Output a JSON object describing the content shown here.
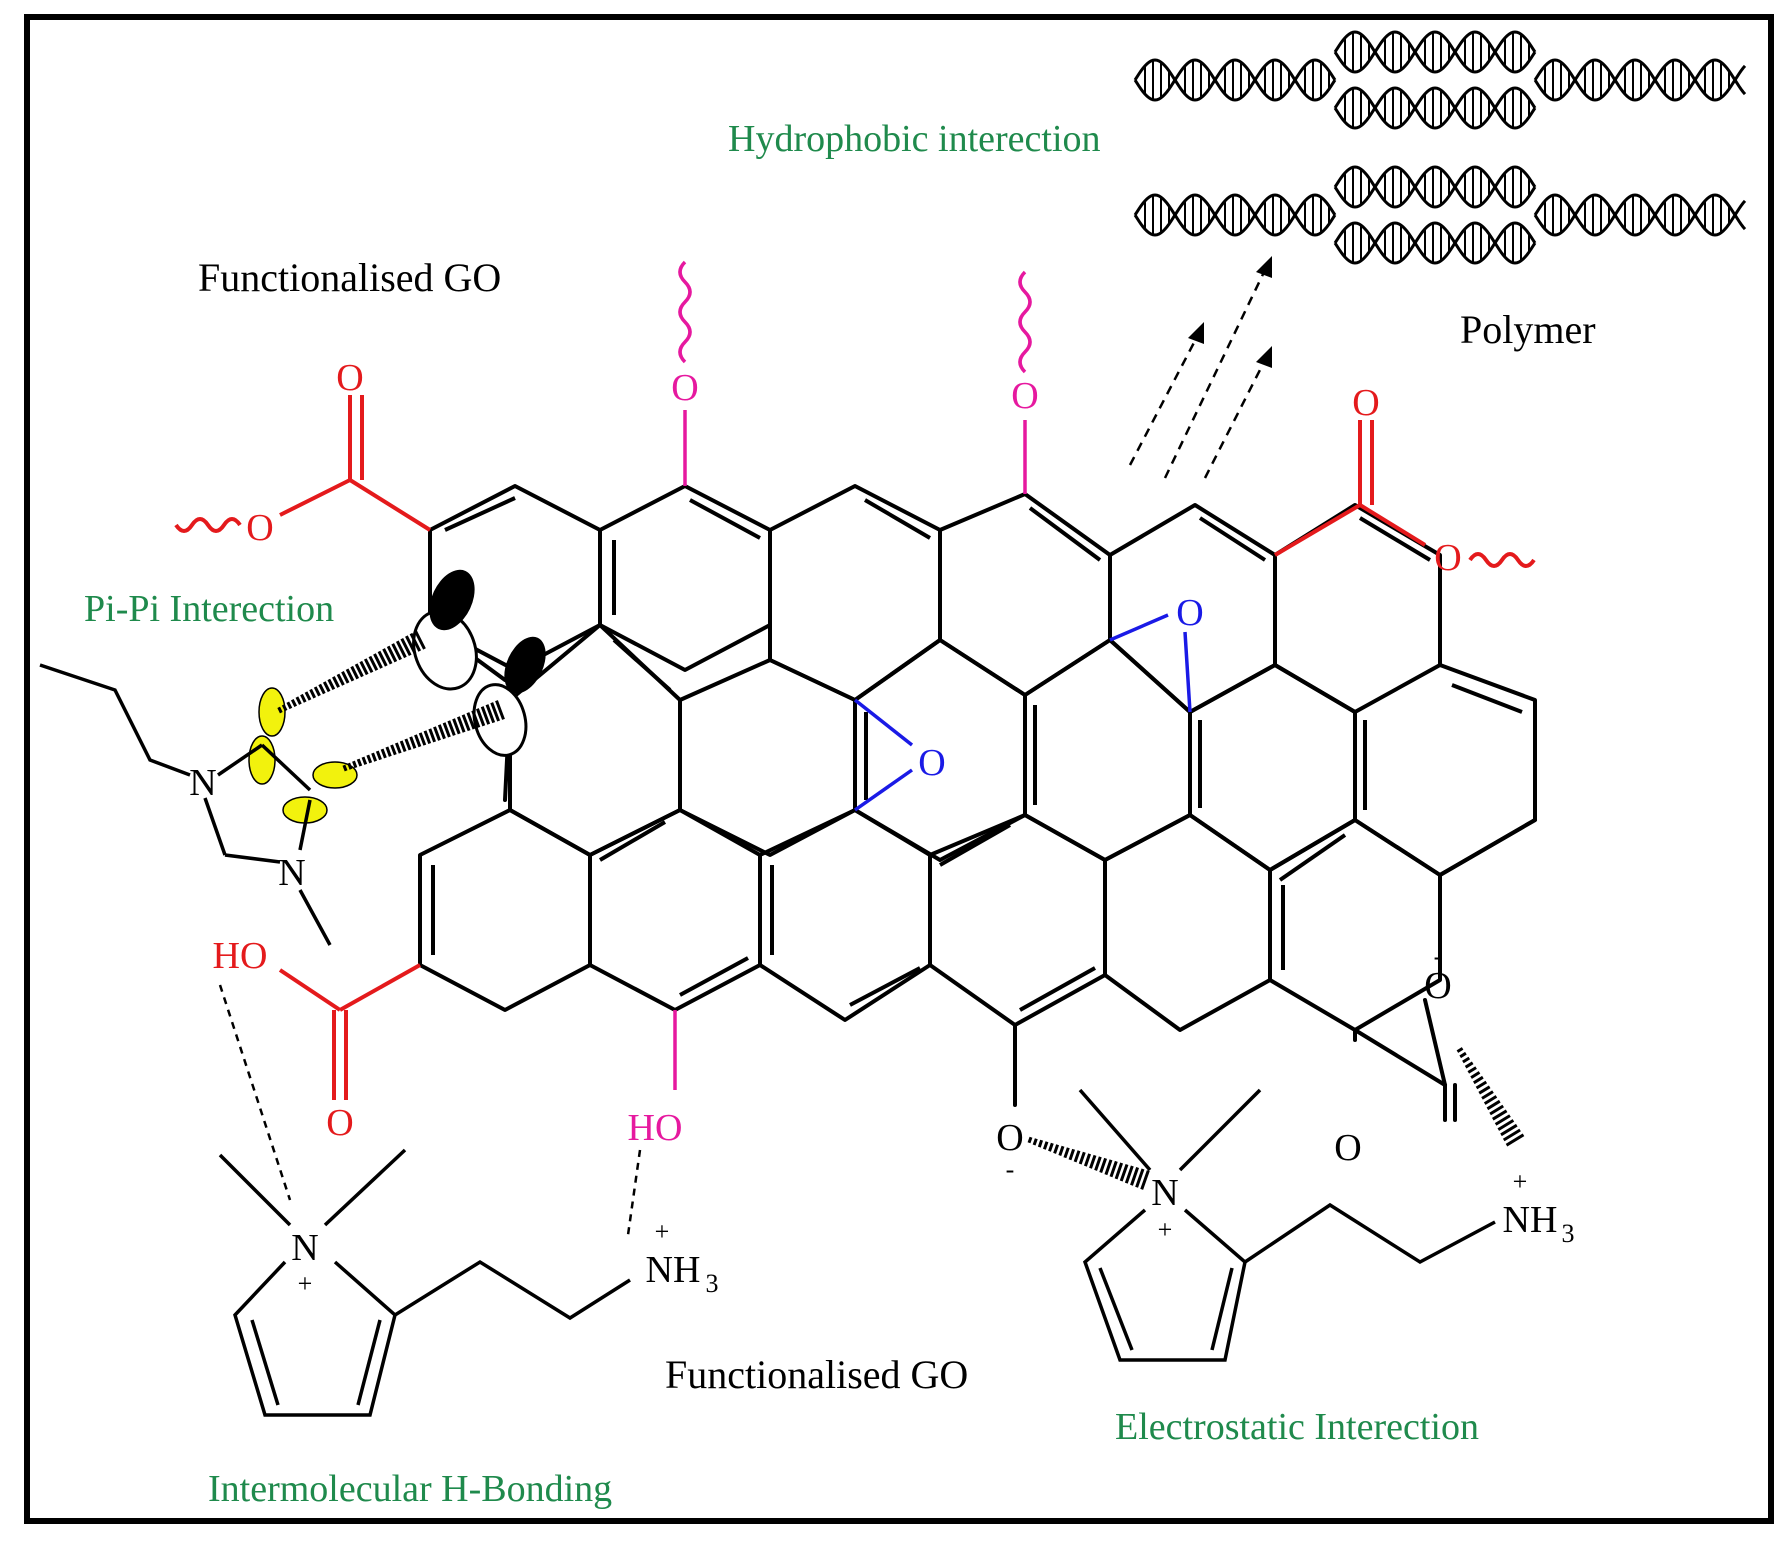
{
  "colors": {
    "bond": "#000000",
    "ester_carbonyl": "#e41a1c",
    "hydroxyl": "#e6199f",
    "epoxide": "#1a1ae6",
    "pi_orbital": "#f2f20d",
    "label_green": "#1f8a4c"
  },
  "labels": {
    "functionalised_go_top": "Functionalised GO",
    "functionalised_go_bottom": "Functionalised GO",
    "hydrophobic": "Hydrophobic interection",
    "polymer": "Polymer",
    "pi_pi": "Pi-Pi Interection",
    "h_bonding": "Intermolecular H-Bonding",
    "electrostatic": "Electrostatic Interection"
  },
  "atoms": {
    "oxygen": "O",
    "hydroxyl_group": "HO",
    "nitrogen": "N",
    "ammonium": "NH",
    "subscript_three": "3",
    "plus_charge": "+",
    "minus_charge": "-"
  }
}
